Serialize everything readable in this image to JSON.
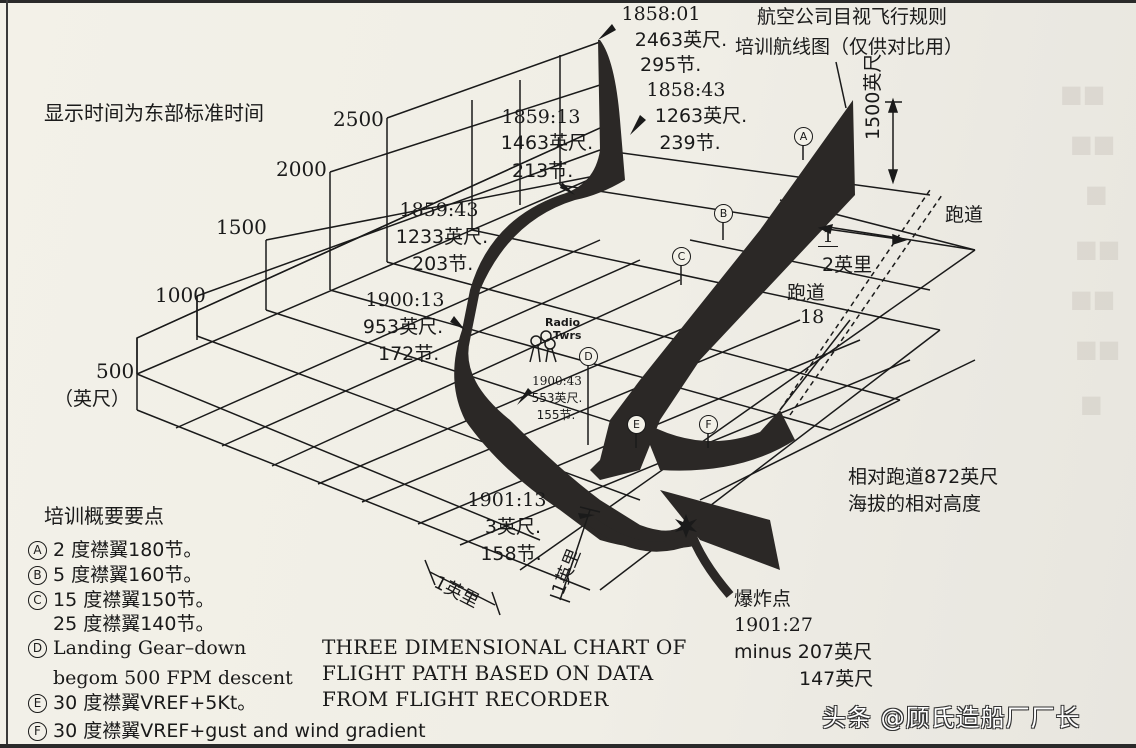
{
  "header": {
    "time_note": "显示时间为东部标准时间",
    "reference_label_line1": "航空公司目视飞行规则",
    "reference_label_line2": "培训航线图（仅供对比用）"
  },
  "axis": {
    "ticks": [
      "2500",
      "2000",
      "1500",
      "1000",
      "500"
    ],
    "unit": "（英尺）",
    "vertical_scale_label": "1500英尺"
  },
  "annotations": [
    {
      "time": "1858:01",
      "alt": "2463英尺.",
      "speed": "295节."
    },
    {
      "time": "1858:43",
      "alt": "1263英尺.",
      "speed": "239节."
    },
    {
      "time": "1859:13",
      "alt": "1463英尺.",
      "speed": "213节."
    },
    {
      "time": "1859:43",
      "alt": "1233英尺.",
      "speed": "203节."
    },
    {
      "time": "1900:13",
      "alt": "953英尺.",
      "speed": "172节."
    },
    {
      "time": "1900:43",
      "alt": "553英尺.",
      "speed": "155节."
    },
    {
      "time": "1901:13",
      "alt": "3英尺.",
      "speed": "158节."
    }
  ],
  "explosion": {
    "label": "爆炸点",
    "time": "1901:27",
    "alt_line1": "minus 207英尺",
    "alt_line2": "147英尺"
  },
  "runway": {
    "label_top": "跑道",
    "label_center": "跑道",
    "number": "18",
    "half_mile": "1/2英里",
    "half_mile_num": "1",
    "half_mile_den": "2英里"
  },
  "relative_note": {
    "line1": "相对跑道872英尺",
    "line2": "海拔的相对高度"
  },
  "scale": {
    "mile_x": "1英里",
    "mile_y": "1英里"
  },
  "radio_tower": {
    "line1": "Radio",
    "line2": "Twrs"
  },
  "markers": [
    "A",
    "B",
    "C",
    "D",
    "E",
    "F"
  ],
  "legend": {
    "title": "培训概要要点",
    "items": [
      {
        "mark": "A",
        "text": "2 度襟翼180节。"
      },
      {
        "mark": "B",
        "text": "5 度襟翼160节。"
      },
      {
        "mark": "C",
        "text": "15 度襟翼150节。"
      },
      {
        "mark": "",
        "text": "25 度襟翼140节。"
      },
      {
        "mark": "D",
        "text": "Landing Gear–down"
      },
      {
        "mark": "",
        "text": "begom 500 FPM descent"
      },
      {
        "mark": "E",
        "text": "30 度襟翼VREF+5Kt。"
      },
      {
        "mark": "F",
        "text": "30 度襟翼VREF+gust and wind gradient"
      }
    ]
  },
  "chart_title": {
    "line1": "THREE DIMENSIONAL CHART OF",
    "line2": "FLIGHT PATH BASED ON DATA",
    "line3": "FROM FLIGHT RECORDER"
  },
  "watermark": "头条 @顾氏造船厂厂长",
  "colors": {
    "paper": "#efece3",
    "ink": "#1a1a1a",
    "path_fill": "#2b2826"
  }
}
